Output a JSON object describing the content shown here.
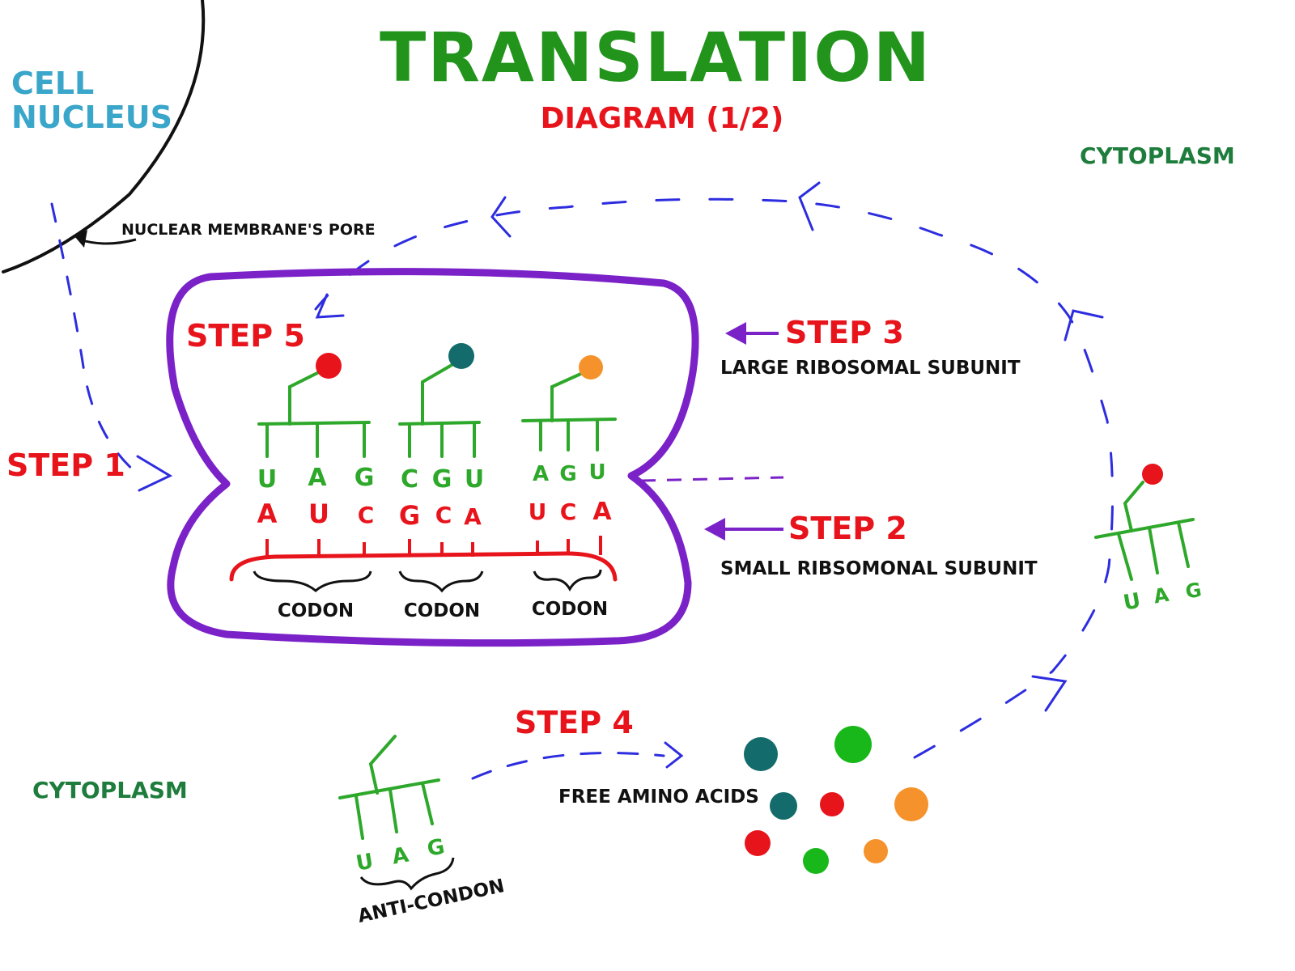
{
  "header": {
    "title": "TRANSLATION",
    "subtitle": "DIAGRAM (1/2)"
  },
  "regions": {
    "cell_nucleus_line1": "CELL",
    "cell_nucleus_line2": "NUCLEUS",
    "cytoplasm_top": "CYTOPLASM",
    "cytoplasm_bottom": "CYTOPLASM",
    "pore_label": "NUCLEAR MEMBRANE'S PORE"
  },
  "steps": {
    "step1": "STEP 1",
    "step2": "STEP 2",
    "step3": "STEP 3",
    "step4": "STEP 4",
    "step5": "STEP 5"
  },
  "labels": {
    "large_subunit": "LARGE RIBOSOMAL SUBUNIT",
    "small_subunit": "SMALL RIBSOMONAL SUBUNIT",
    "free_amino_acids": "FREE AMINO ACIDS",
    "anti_codon": "ANTI-CONDON",
    "codon": "CODON"
  },
  "ribosome": {
    "trnas": [
      {
        "anticodon": [
          "U",
          "A",
          "G"
        ],
        "codon": [
          "A",
          "U",
          "C"
        ],
        "amino_color": "#e8141c"
      },
      {
        "anticodon": [
          "C",
          "G",
          "U"
        ],
        "codon": [
          "G",
          "C",
          "A"
        ],
        "amino_color": "#136b6b"
      },
      {
        "anticodon": [
          "A",
          "G",
          "U"
        ],
        "codon": [
          "U",
          "C",
          "A"
        ],
        "amino_color": "#f5922b"
      }
    ]
  },
  "loose_trna_right": {
    "anticodon": [
      "U",
      "A",
      "G"
    ],
    "amino_color": "#e8141c"
  },
  "loose_trna_bottom": {
    "anticodon": [
      "U",
      "A",
      "G"
    ]
  },
  "free_amino": {
    "colors": [
      "#136b6b",
      "#18b81a",
      "#136b6b",
      "#e8141c",
      "#f5922b",
      "#e8141c",
      "#18b81a",
      "#f5922b"
    ]
  },
  "colors": {
    "title_green": "#22941c",
    "step_red": "#e8141c",
    "nucleus_blue": "#3aa6c9",
    "cyto_green": "#1e7d3c",
    "ribosome_purple": "#7a22c8",
    "path_blue": "#2d2de0",
    "trna_green": "#2ea82a",
    "mrna_red": "#e8141c"
  }
}
